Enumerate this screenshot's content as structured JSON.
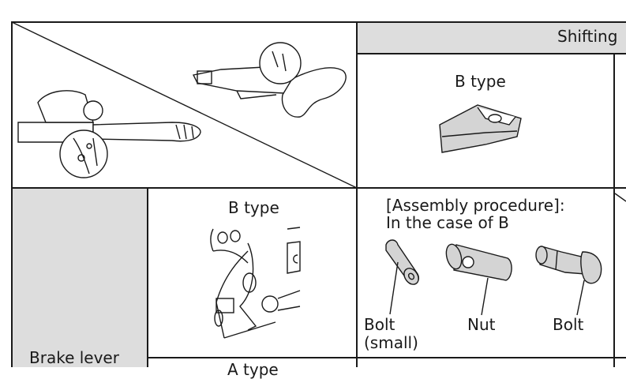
{
  "table": {
    "header": {
      "shifting": "Shifting"
    },
    "top_row": {
      "b_type_label": "B type"
    },
    "brake_row": {
      "row_label": "Brake lever",
      "b_type_label": "B type",
      "assembly": {
        "title_line1": "[Assembly procedure]:",
        "title_line2": "In the case of B",
        "parts": [
          {
            "label_line1": "Bolt",
            "label_line2": "(small)"
          },
          {
            "label_line1": "Nut"
          },
          {
            "label_line1": "Bolt"
          }
        ]
      }
    },
    "next_row": {
      "label": "A type"
    }
  },
  "colors": {
    "header_gray": "#dddddd",
    "line": "#1a1a1a"
  }
}
